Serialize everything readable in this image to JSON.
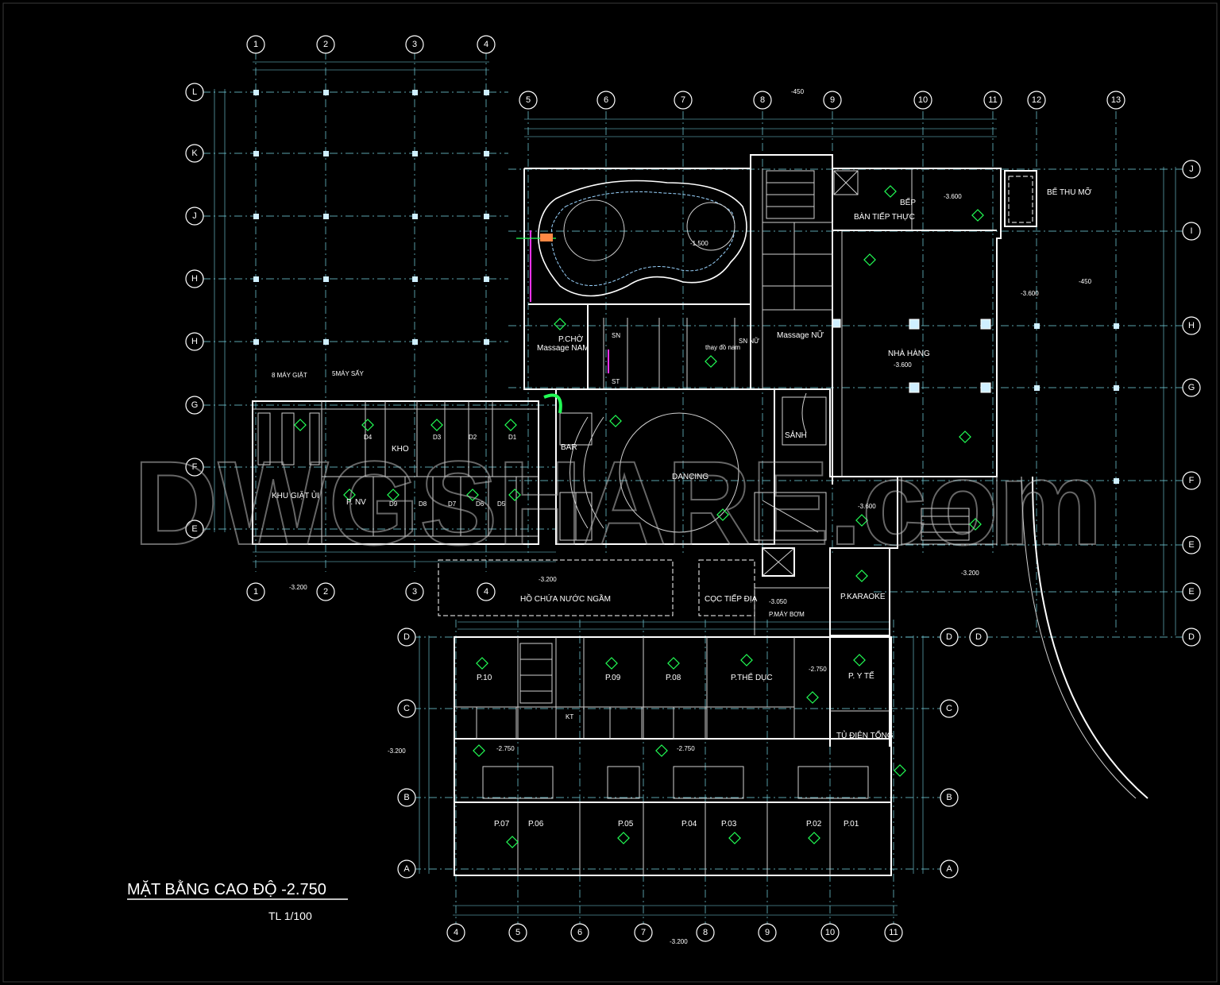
{
  "title": "MẶT BẰNG CAO ĐỘ -2.750",
  "scale": "TL 1/100",
  "watermark": "DWGSHARE.com",
  "colors": {
    "background": "#000000",
    "walls": "#ffffff",
    "axes": "#78d8e6",
    "room_tags": "#22ff55",
    "columns": "#cfefff"
  },
  "grid_top": [
    "1",
    "2",
    "3",
    "4",
    "5",
    "6",
    "7",
    "8",
    "9",
    "10",
    "11",
    "12",
    "13"
  ],
  "grid_bottom": [
    "1",
    "2",
    "3",
    "4",
    "5",
    "6",
    "7",
    "8",
    "9",
    "10",
    "11"
  ],
  "grid_left": [
    "L",
    "K",
    "J",
    "H",
    "H",
    "G",
    "F",
    "E"
  ],
  "grid_right": [
    "J",
    "I",
    "H",
    "G",
    "F",
    "E",
    "E",
    "D"
  ],
  "grid_lower": [
    "D",
    "C",
    "B",
    "A"
  ],
  "rooms": {
    "be_thu_mo": "BỂ THU MỠ",
    "bep": "BẾP",
    "ban_tiep_thuc": "BÀN TIẾP THỰC",
    "nha_hang": "NHÀ HÀNG",
    "p_cho": "P.CHỜ",
    "massage_nam": "Massage NAM",
    "thay_do_nam": "thay đồ nam",
    "sn_nu": "SN NỮ",
    "massage_nu": "Massage NỮ",
    "may_giat": "8 MÁY GIẶT",
    "may_say": "5MÁY SẤY",
    "khu_giat_ui": "KHU GIẶT ỦI",
    "p_nv": "P. NV",
    "kho": "KHO",
    "bar": "BAR",
    "dancing": "DANCING",
    "sanh": "SẢNH",
    "ho_chua_nuoc": "HỒ CHỨA NƯỚC NGẦM",
    "coc_tiep_dia": "CỌC TIẾP ĐỊA",
    "p_may_bom": "P.MÁY BƠM",
    "p_karaoke": "P.KARAOKE",
    "p_y_te": "P. Y TẾ",
    "tu_dien_tong": "TỦ ĐIỆN TỔNG",
    "p_the_duc": "P.THỂ DỤC",
    "p10": "P.10",
    "p09": "P.09",
    "p08": "P.08",
    "p07": "P.07",
    "p06": "P.06",
    "p05": "P.05",
    "p04": "P.04",
    "p03": "P.03",
    "p02": "P.02",
    "p01": "P.01",
    "d1": "D1",
    "d2": "D2",
    "d3": "D3",
    "d4": "D4",
    "d5": "D5",
    "d6": "D6",
    "d7": "D7",
    "d8": "D8",
    "d9": "D9",
    "sn": "SN",
    "st": "ST",
    "kt": "KT"
  },
  "elevations": [
    "-3.600",
    "-3.600",
    "-3.600",
    "-3.600",
    "-3.200",
    "-3.200",
    "-3.200",
    "-3.200",
    "-3.200",
    "-3.050",
    "-2.750",
    "-2.750",
    "-2.750",
    "-1.500",
    "-450",
    "-450"
  ]
}
